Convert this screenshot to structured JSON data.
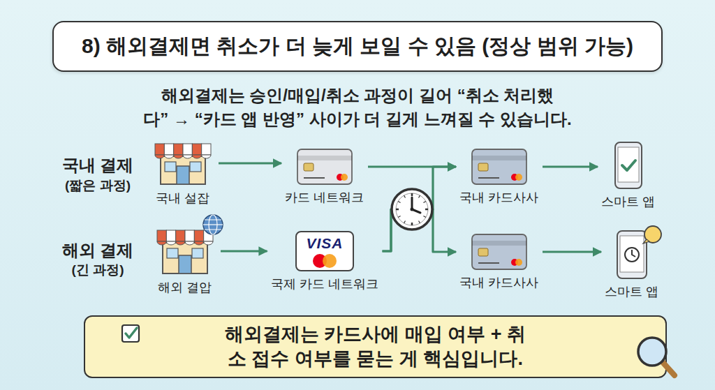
{
  "diagram": {
    "title": "8) 해외결제면 취소가 더 늦게 보일 수 있음 (정상 범위 가능)",
    "nodes": [
      {
        "text": [
          "국내 설잡"
        ]
      },
      {
        "text": [
          "카드 네트워크"
        ]
      },
      {
        "text": [
          "국내 카드사사"
        ]
      },
      {
        "text": [
          "스마트 앱"
        ]
      },
      {
        "text": [
          "해외 결압"
        ]
      },
      {
        "text": [
          "VISA",
          "국제 카드 네트워크"
        ]
      },
      {
        "text": [
          "국내 카드사사"
        ]
      },
      {
        "text": [
          "스마트 앱"
        ]
      },
      {
        "text": [
          "해외결제는 카드사에 매입 여부 + 취소 접수 여부를 묻는 게 핵심입니다."
        ]
      }
    ],
    "edges": [
      {
        "from": 0,
        "to": 1,
        "arrow": "to"
      },
      {
        "from": 1,
        "to": 2,
        "arrow": "to"
      },
      {
        "from": 2,
        "to": 3,
        "arrow": "to"
      },
      {
        "from": 4,
        "to": 5,
        "arrow": "to"
      },
      {
        "from": 5,
        "to": 2,
        "arrow": "to"
      },
      {
        "from": 5,
        "to": 6,
        "arrow": "to"
      },
      {
        "from": 6,
        "to": 7,
        "arrow": "to"
      }
    ],
    "labels": [
      "해외결제는 승인/매입/취소 과정이 길어 “취소 처리했다” → “카드 앱 반영” 사이가 더 길게 느껴질 수 있습니다.",
      "국내 결제",
      "(짧은 과정)",
      "해외 결제",
      "(긴 과정)",
      "?"
    ]
  }
}
